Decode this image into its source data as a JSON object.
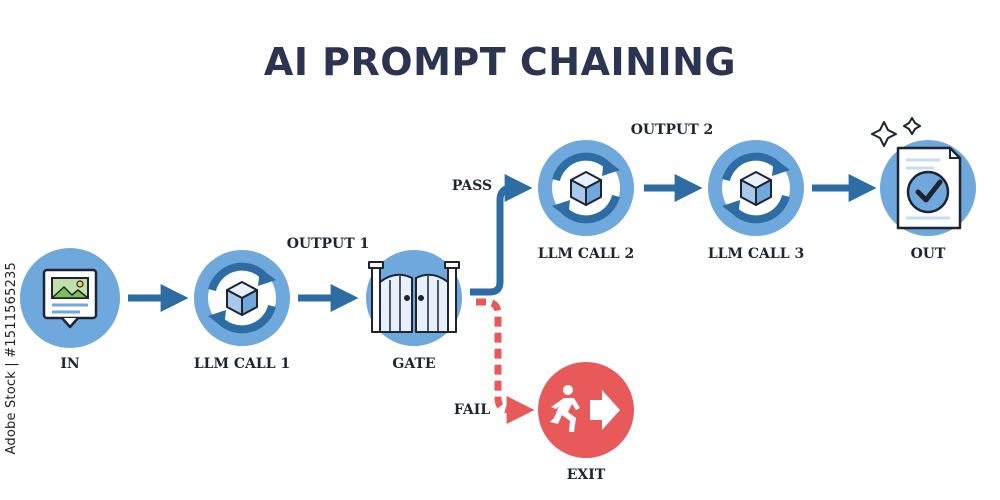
{
  "title": "AI PROMPT CHAINING",
  "stock_id": "Adobe Stock | #1511565235",
  "nodes": {
    "in": "IN",
    "llm1": "LLM CALL 1",
    "gate": "GATE",
    "llm2": "LLM CALL 2",
    "llm3": "LLM CALL 3",
    "out": "OUT",
    "exit": "EXIT"
  },
  "edge_labels": {
    "output1": "OUTPUT 1",
    "output2": "OUTPUT 2",
    "pass": "PASS",
    "fail": "FAIL"
  },
  "colors": {
    "circle": "#6fa8dc",
    "circle_dark": "#2e6da4",
    "arrow": "#2e6da4",
    "fail": "#e85a5a",
    "outline": "#1f2433"
  },
  "icons": [
    "document-image-icon",
    "cube-cycle-icon",
    "gate-icon",
    "cube-cycle-icon",
    "cube-cycle-icon",
    "checked-document-icon",
    "exit-running-man-icon"
  ]
}
